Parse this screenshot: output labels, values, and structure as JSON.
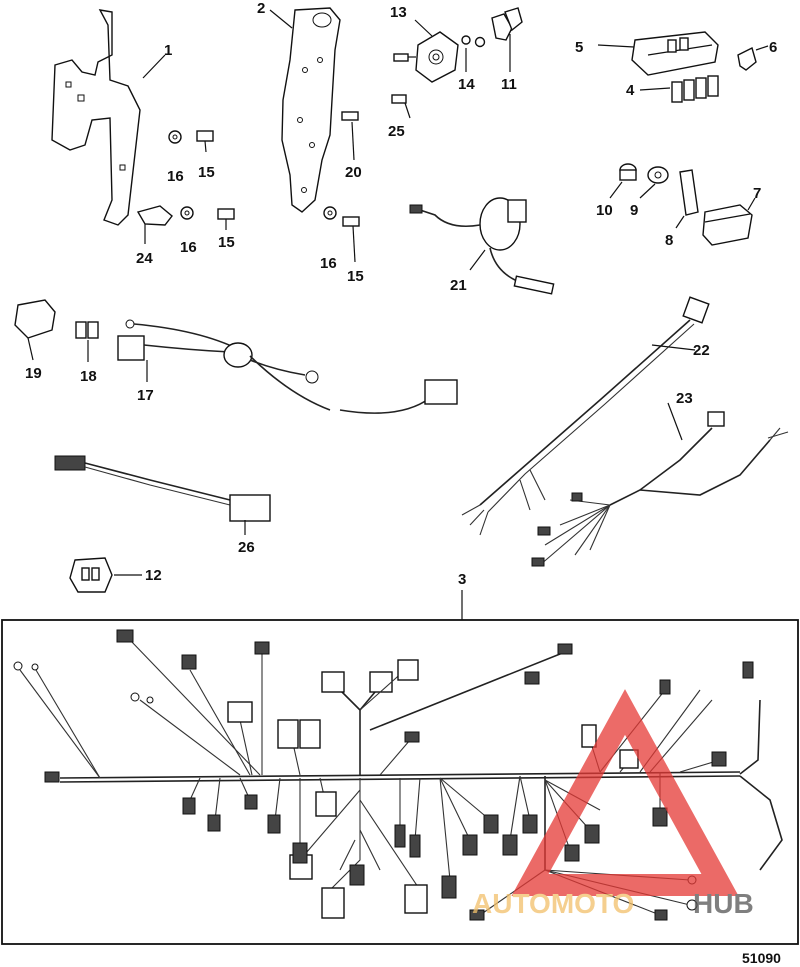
{
  "labels": {
    "p1": "1",
    "p2": "2",
    "p3": "3",
    "p4": "4",
    "p5": "5",
    "p6": "6",
    "p7": "7",
    "p8": "8",
    "p9": "9",
    "p10": "10",
    "p11": "11",
    "p12": "12",
    "p13": "13",
    "p14": "14",
    "p15a": "15",
    "p15b": "15",
    "p15c": "15",
    "p16a": "16",
    "p16b": "16",
    "p16c": "16",
    "p17": "17",
    "p18": "18",
    "p19": "19",
    "p20": "20",
    "p21": "21",
    "p22": "22",
    "p23": "23",
    "p24": "24",
    "p25": "25",
    "p26": "26"
  },
  "diagram_code": "51090",
  "watermark": {
    "part1": "AUTOMOTO",
    "part2": "HUB",
    "color1": "#f2c06a",
    "color2": "#555555",
    "triangle_color": "#e53935"
  }
}
